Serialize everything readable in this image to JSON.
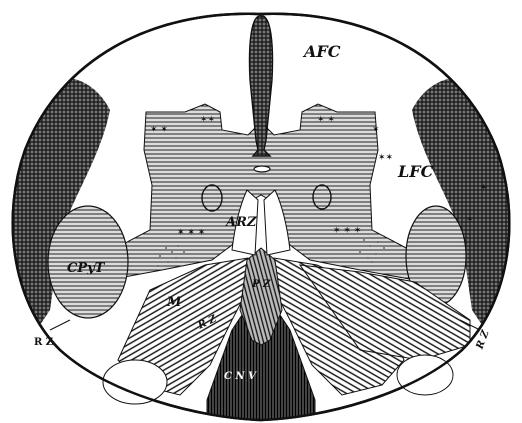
{
  "labels": {
    "afc": "AFC",
    "lfc": "LFC",
    "arz": "ARZ",
    "cpyt": "CPyT",
    "pz": "P Z",
    "m": "M",
    "rz_center": "R Z",
    "rz_left": "R Z",
    "rz_right": "R Z",
    "cnv": "C N V"
  },
  "colors": {
    "ink": "#111111",
    "gray_matter": "#c9c9c9",
    "background": "#ffffff"
  }
}
